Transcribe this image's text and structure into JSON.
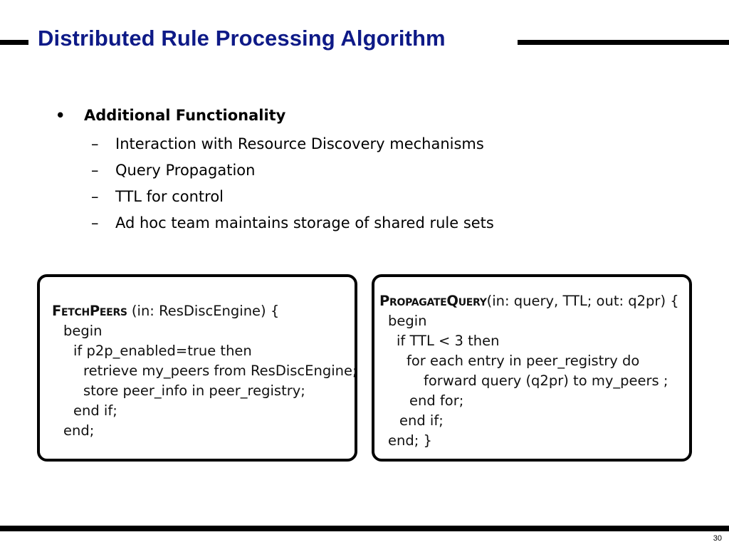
{
  "slide": {
    "title": "Distributed Rule Processing Algorithm",
    "page_number": "30"
  },
  "bullets": {
    "heading": "Additional Functionality",
    "bullet_symbol": "•",
    "dash_symbol": "–",
    "items": [
      "Interaction with Resource Discovery mechanisms",
      "Query Propagation",
      "TTL for control",
      "Ad hoc team maintains storage of shared rule sets"
    ]
  },
  "code_left": {
    "name": "FetchPeers",
    "signature": " (in: ResDiscEngine) {",
    "lines": [
      "begin",
      "if p2p_enabled=true then",
      "retrieve my_peers from ResDiscEngine;",
      "store peer_info in peer_registry;",
      "end if;",
      "end;"
    ]
  },
  "code_right": {
    "name": "PropagateQuery",
    "signature": "(in:  query, TTL; out: q2pr) {",
    "lines": [
      "begin",
      "if TTL < 3 then",
      "for each entry in peer_registry do",
      "forward query (q2pr) to my_peers ;",
      "end for;",
      "end if;",
      "end;  }"
    ]
  }
}
